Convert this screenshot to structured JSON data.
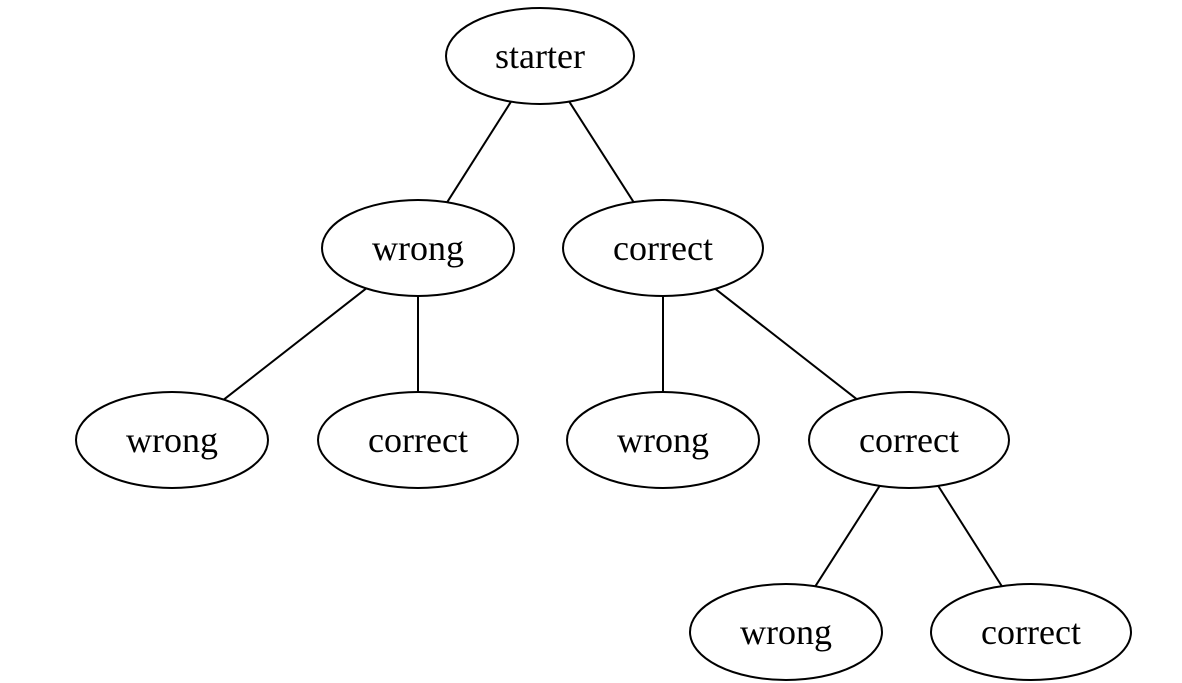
{
  "diagram": {
    "colors": {
      "stroke": "#000000",
      "fill": "#ffffff",
      "text": "#000000"
    },
    "nodes": [
      {
        "id": "n0",
        "label": "starter"
      },
      {
        "id": "n1",
        "label": "wrong"
      },
      {
        "id": "n2",
        "label": "correct"
      },
      {
        "id": "n3",
        "label": "wrong"
      },
      {
        "id": "n4",
        "label": "correct"
      },
      {
        "id": "n5",
        "label": "wrong"
      },
      {
        "id": "n6",
        "label": "correct"
      },
      {
        "id": "n7",
        "label": "wrong"
      },
      {
        "id": "n8",
        "label": "correct"
      }
    ],
    "edges": [
      {
        "from": "n0",
        "to": "n1"
      },
      {
        "from": "n0",
        "to": "n2"
      },
      {
        "from": "n1",
        "to": "n3"
      },
      {
        "from": "n1",
        "to": "n4"
      },
      {
        "from": "n2",
        "to": "n5"
      },
      {
        "from": "n2",
        "to": "n6"
      },
      {
        "from": "n6",
        "to": "n7"
      },
      {
        "from": "n6",
        "to": "n8"
      }
    ]
  }
}
